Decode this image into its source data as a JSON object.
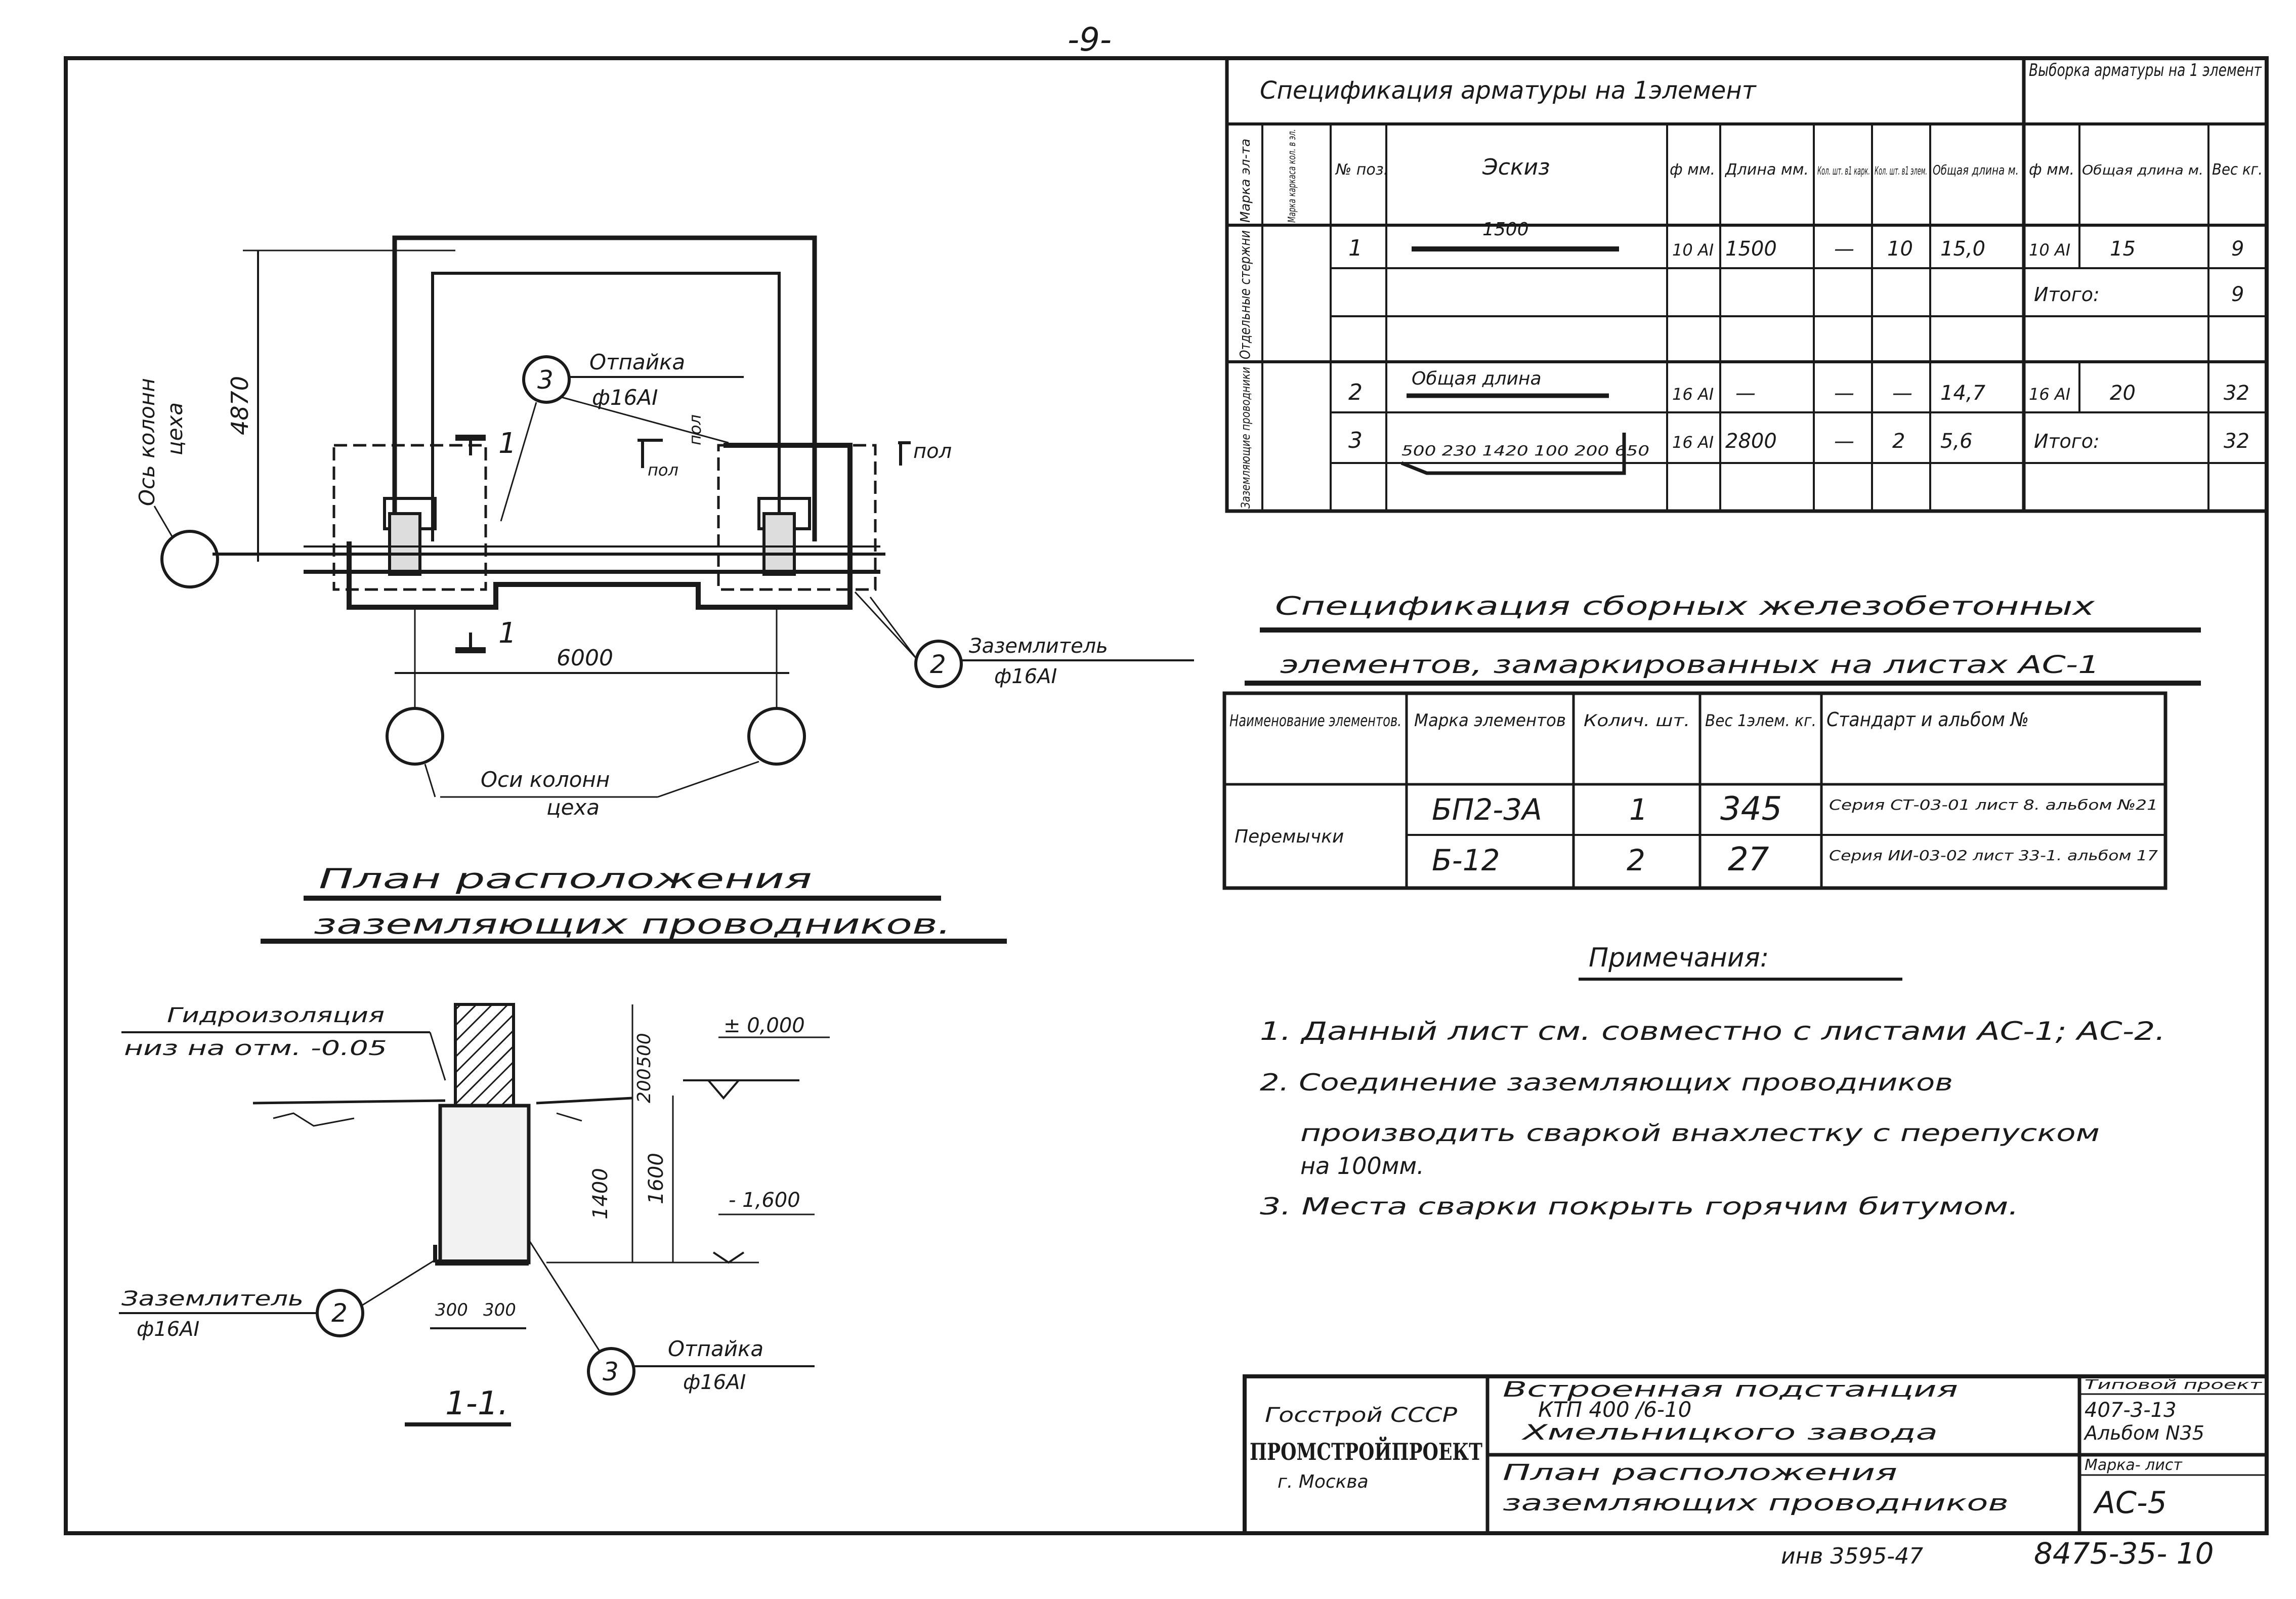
{
  "page_number": "-9-",
  "rebar_spec": {
    "title": "Спецификация арматуры на 1элемент",
    "selection_title": "Выборка арматуры на 1 элемент",
    "headers": {
      "element_mark": "Марка эл-та",
      "frame_mark": "Марка каркаса кол. в эл.",
      "pos": "№ поз.",
      "sketch": "Эскиз",
      "diameter": "ф мм.",
      "length": "Длина мм.",
      "qty_frame": "Кол. шт. в1 карк.",
      "qty_element": "Кол. шт. в1 элем.",
      "total_length": "Общая длина м.",
      "sel_diameter": "ф мм.",
      "sel_total_length": "Общая длина м.",
      "sel_weight": "Вес кг."
    },
    "groups": [
      {
        "name": "Отдельные стержни"
      },
      {
        "name": "Заземляющие проводники"
      }
    ],
    "rows": [
      {
        "pos": "1",
        "sketch": "1500",
        "diameter": "10 AI",
        "length": "1500",
        "qty_frame": "—",
        "qty_element": "10",
        "total_length": "15,0"
      },
      {
        "pos": "2",
        "sketch": "Общая длина",
        "diameter": "16 AI",
        "length": "—",
        "qty_frame": "—",
        "qty_element": "—",
        "total_length": "14,7"
      },
      {
        "pos": "3",
        "sketch": "500 230 1420 100 200 650",
        "diameter": "16 AI",
        "length": "2800",
        "qty_frame": "—",
        "qty_element": "2",
        "total_length": "5,6"
      }
    ],
    "selection": [
      {
        "diameter": "10 AI",
        "total_length": "15",
        "weight": "9"
      },
      {
        "label": "Итого:",
        "weight": "9"
      },
      {
        "diameter": "16 AI",
        "total_length": "20",
        "weight": "32"
      },
      {
        "label": "Итого:",
        "weight": "32"
      }
    ]
  },
  "precast_spec": {
    "title_line1": "Спецификация сборных железобетонных",
    "title_line2": "элементов, замаркированных на листах АС-1",
    "headers": {
      "name": "Наименование элементов.",
      "mark": "Марка элементов",
      "qty": "Колич. шт.",
      "weight": "Вес 1элем. кг.",
      "standard": "Стандарт и альбом №"
    },
    "group_name": "Перемычки",
    "rows": [
      {
        "mark": "БП2-3А",
        "qty": "1",
        "weight": "345",
        "standard": "Серия СТ-03-01 лист 8. альбом №21"
      },
      {
        "mark": "Б-12",
        "qty": "2",
        "weight": "27",
        "standard": "Серия ИИ-03-02 лист 33-1. альбом 17"
      }
    ]
  },
  "notes": {
    "title": "Примечания:",
    "lines": [
      "1. Данный лист см. совместно с листами АС-1; АС-2.",
      "2. Соединение заземляющих проводников",
      "производить сваркой внахлестку с перепуском",
      "на 100мм.",
      "3. Места сварки покрыть горячим битумом."
    ]
  },
  "plan": {
    "title_line1": "План расположения",
    "title_line2": "заземляющих проводников.",
    "axis_label_line1": "Ось колонн",
    "axis_label_line2": "цеха",
    "axes_label_line1": "Оси колонн",
    "axes_label_line2": "цеха",
    "dim_4870": "4870",
    "dim_6000": "6000",
    "callout_3": "3",
    "callout_3_label1": "Отпайка",
    "callout_3_label2": "ф16АI",
    "callout_2": "2",
    "callout_2_label1": "Заземлитель",
    "callout_2_label2": "ф16АI",
    "section_mark": "1",
    "pol_left": "пол",
    "pol_mid": "пол",
    "pol_right": "пол"
  },
  "section": {
    "title": "1-1.",
    "waterproof_label1": "Гидроизоляция",
    "waterproof_label2": "низ на отм. -0.05",
    "elev_top": "± 0,000",
    "elev_bottom": "- 1,600",
    "dim_500": "500",
    "dim_200": "200",
    "dim_1400": "1400",
    "dim_1600": "1600",
    "dim_300a": "300",
    "dim_300b": "300",
    "earth_label1": "Заземлитель",
    "earth_label2": "ф16АI",
    "callout_2": "2",
    "callout_3": "3",
    "tap_label1": "Отпайка",
    "tap_label2": "ф16АI"
  },
  "title_block": {
    "org1": "Госстрой СССР",
    "org2": "ПРОМСТРОЙПРОЕКТ",
    "org3": "г. Москва",
    "project_line1": "Встроенная подстанция",
    "project_line2": "КТП 400 /6-10",
    "project_line3": "Хмельницкого завода",
    "sheet_title1": "План расположения",
    "sheet_title2": "заземляющих проводников",
    "typical_project_label": "Типовой проект",
    "typical_project_value1": "407-3-13",
    "typical_project_value2": "Альбом N35",
    "mark_sheet_label": "Марка- лист",
    "mark_sheet_value": "АС-5"
  },
  "footer": {
    "inv": "инв 3595-47",
    "code": "8475-35- 10"
  }
}
